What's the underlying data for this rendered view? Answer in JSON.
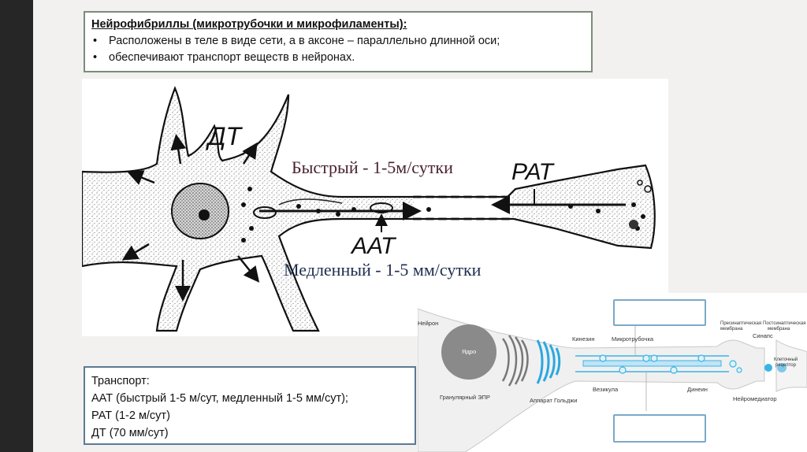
{
  "title_box": {
    "heading": "Нейрофибриллы (микротрубочки и микрофиламенты):",
    "bullets": [
      "Расположены в теле в виде сети, а в аксоне – параллельно длинной оси;",
      "обеспечивают транспорт веществ в нейронах."
    ]
  },
  "neuron_diagram": {
    "label_dt": "ДТ",
    "label_fast": "Быстрый - 1-5м/сутки",
    "label_rat": "РАТ",
    "label_aat": "ААТ",
    "label_slow": "Медленный - 1-5 мм/сутки"
  },
  "transport_box": {
    "lines": [
      "Транспорт:",
      "ААТ (быстрый 1-5 м/сут, медленный 1-5 мм/сут);",
      "РАТ (1-2 м/сут)",
      "ДТ (70 мм/сут)"
    ]
  },
  "scheme": {
    "neuron": "Нейрон",
    "nucleus": "Ядро",
    "granular_er": "Гранулярный ЭПР",
    "golgi": "Аппарат Гольджи",
    "kinesin": "Кинезин",
    "microtubule": "Микротрубочка",
    "vesicle": "Везикула",
    "dynein": "Динеин",
    "presynaptic_1": "Пресинаптическая",
    "presynaptic_2": "мембрана",
    "postsynaptic_1": "Постсинаптическая",
    "postsynaptic_2": "мембрана",
    "synapse": "Синапс",
    "receptor_1": "Клеточный",
    "receptor_2": "рецептор",
    "neurotransmitter": "Нейромедиатор"
  },
  "colors": {
    "title_border": "#7a8c7a",
    "transport_border": "#5b7a93",
    "scheme_accent": "#3ab4e6",
    "left_bar": "#262626"
  }
}
